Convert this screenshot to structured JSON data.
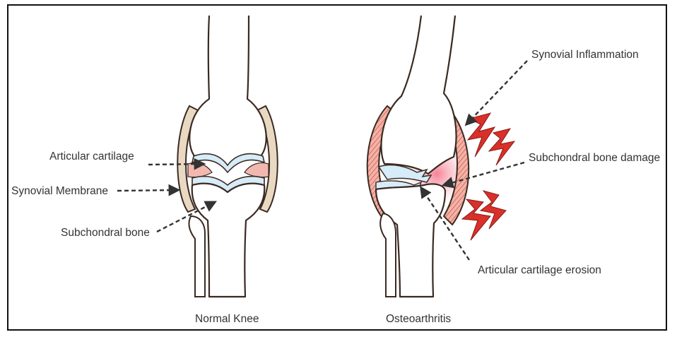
{
  "captions": {
    "normal": "Normal Knee",
    "oa": "Osteoarthritis"
  },
  "labels": {
    "articular_cartilage": "Articular cartilage",
    "synovial_membrane": "Synovial Membrane",
    "subchondral_bone": "Subchondral bone",
    "synovial_inflammation": "Synovial Inflammation",
    "subchondral_bone_damage": "Subchondral bone damage",
    "articular_cartilage_erosion": "Articular cartilage erosion"
  },
  "colors": {
    "outline": "#3a2a22",
    "capsule": "#e9d9c3",
    "cartilage": "#d6ecf8",
    "synovial_fluid": "#f2b8b0",
    "inflamed": "#e8857a",
    "lightning": "#d9302a",
    "glow": "#f57a8a",
    "arrow": "#333333"
  },
  "icons": {
    "inflammation": "lightning-bolt-icon"
  }
}
